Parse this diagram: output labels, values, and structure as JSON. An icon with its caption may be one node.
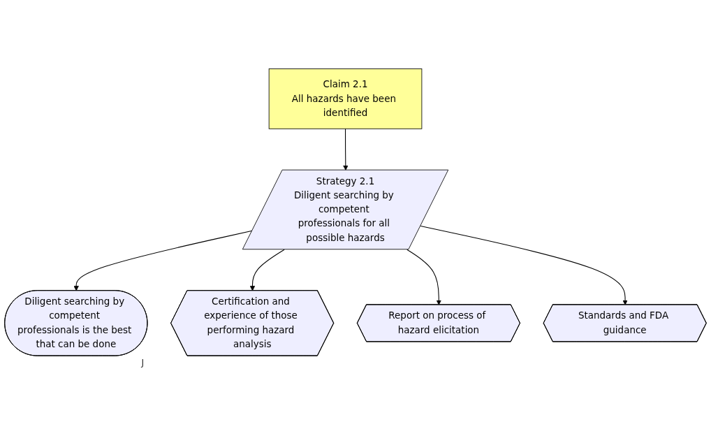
{
  "diagram": {
    "nodes": [
      {
        "text": [
          "Claim 2.1",
          "All hazards have been identified"
        ]
      },
      {
        "text": [
          "Strategy 2.1",
          "Diligent searching by competent professionals for all possible hazards"
        ]
      },
      {
        "text": [
          "Diligent searching by competent professionals is the best that can be done"
        ],
        "beside": [
          "J"
        ]
      },
      {
        "text": [
          "Certification and experience of those performing hazard analysis"
        ]
      },
      {
        "text": [
          "Report on process of hazard elicitation"
        ]
      },
      {
        "text": [
          "Standards and FDA guidance"
        ]
      }
    ],
    "edges": [
      {
        "from": 0,
        "to": 1,
        "arrow": "to"
      },
      {
        "from": 1,
        "to": 2,
        "arrow": "to"
      },
      {
        "from": 1,
        "to": 3,
        "arrow": "to"
      },
      {
        "from": 1,
        "to": 4,
        "arrow": "to"
      },
      {
        "from": 1,
        "to": 5,
        "arrow": "to"
      }
    ]
  }
}
